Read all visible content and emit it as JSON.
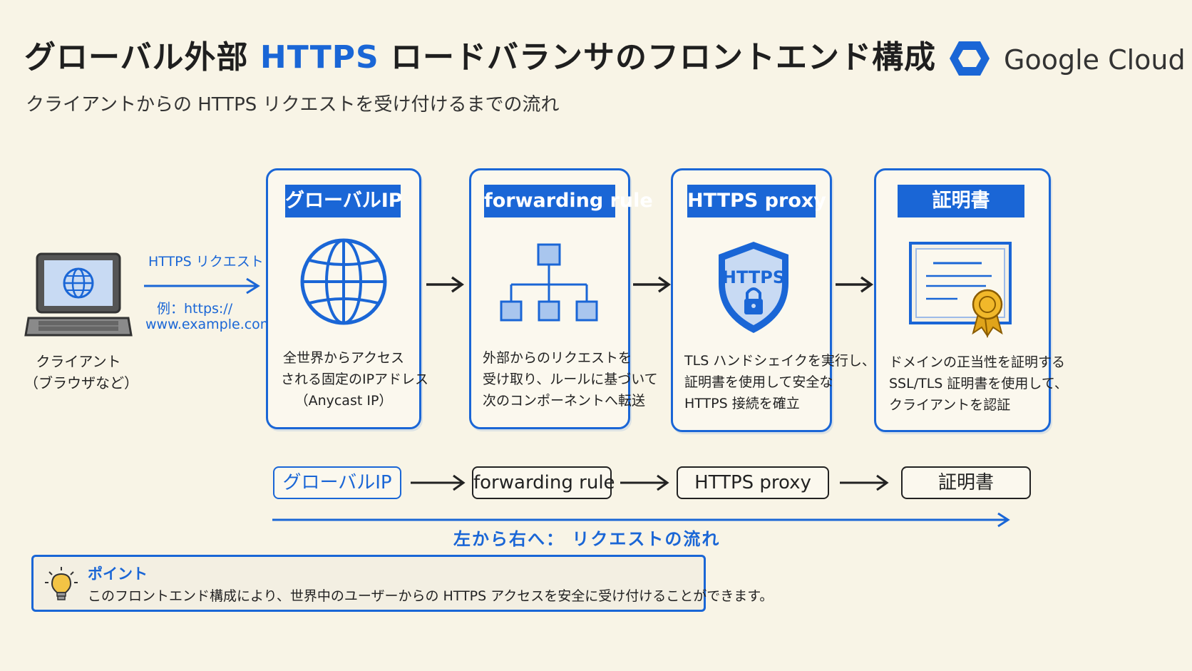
{
  "header": {
    "title_pre": "グローバル外部 ",
    "title_highlight": "HTTPS",
    "title_post": " ロードバランサのフロントエンド構成",
    "subtitle": "クライアントからの HTTPS リクエストを受け付けるまでの流れ",
    "brand": "Google Cloud",
    "brand_icon": "hexagon-logo-icon"
  },
  "client": {
    "label_line1": "クライアント",
    "label_line2": "（ブラウザなど）",
    "request_label": "HTTPS リクエスト",
    "example_line1": "例：https://",
    "example_line2": "www.example.com",
    "icon": "laptop-icon"
  },
  "cards": [
    {
      "label": "グローバルIP",
      "icon": "globe-icon",
      "desc": [
        "全世界からアクセス",
        "される固定のIPアドレス",
        "（Anycast IP）"
      ]
    },
    {
      "label": "forwarding rule",
      "icon": "network-tree-icon",
      "desc": [
        "外部からのリクエストを",
        "受け取り、ルールに基づいて",
        "次のコンポーネントへ転送"
      ]
    },
    {
      "label": "HTTPS proxy",
      "icon": "https-shield-icon",
      "icon_text": "HTTPS",
      "desc": [
        "TLS ハンドシェイクを実行し、",
        "証明書を使用して安全な",
        "HTTPS 接続を確立"
      ]
    },
    {
      "label": "証明書",
      "icon": "certificate-icon",
      "desc": [
        "ドメインの正当性を証明する",
        "SSL/TLS 証明書を使用して、",
        "クライアントを認証"
      ]
    }
  ],
  "flow": {
    "chips": [
      "グローバルIP",
      "forwarding rule",
      "HTTPS proxy",
      "証明書"
    ],
    "label": "左から右へ： リクエストの流れ"
  },
  "note": {
    "title": "ポイント",
    "text": "このフロントエンド構成により、世界中のユーザーからの HTTPS アクセスを安全に受け付けることができます。",
    "icon": "lightbulb-icon"
  },
  "colors": {
    "accent": "#1a66d6",
    "background": "#f8f4e6"
  }
}
